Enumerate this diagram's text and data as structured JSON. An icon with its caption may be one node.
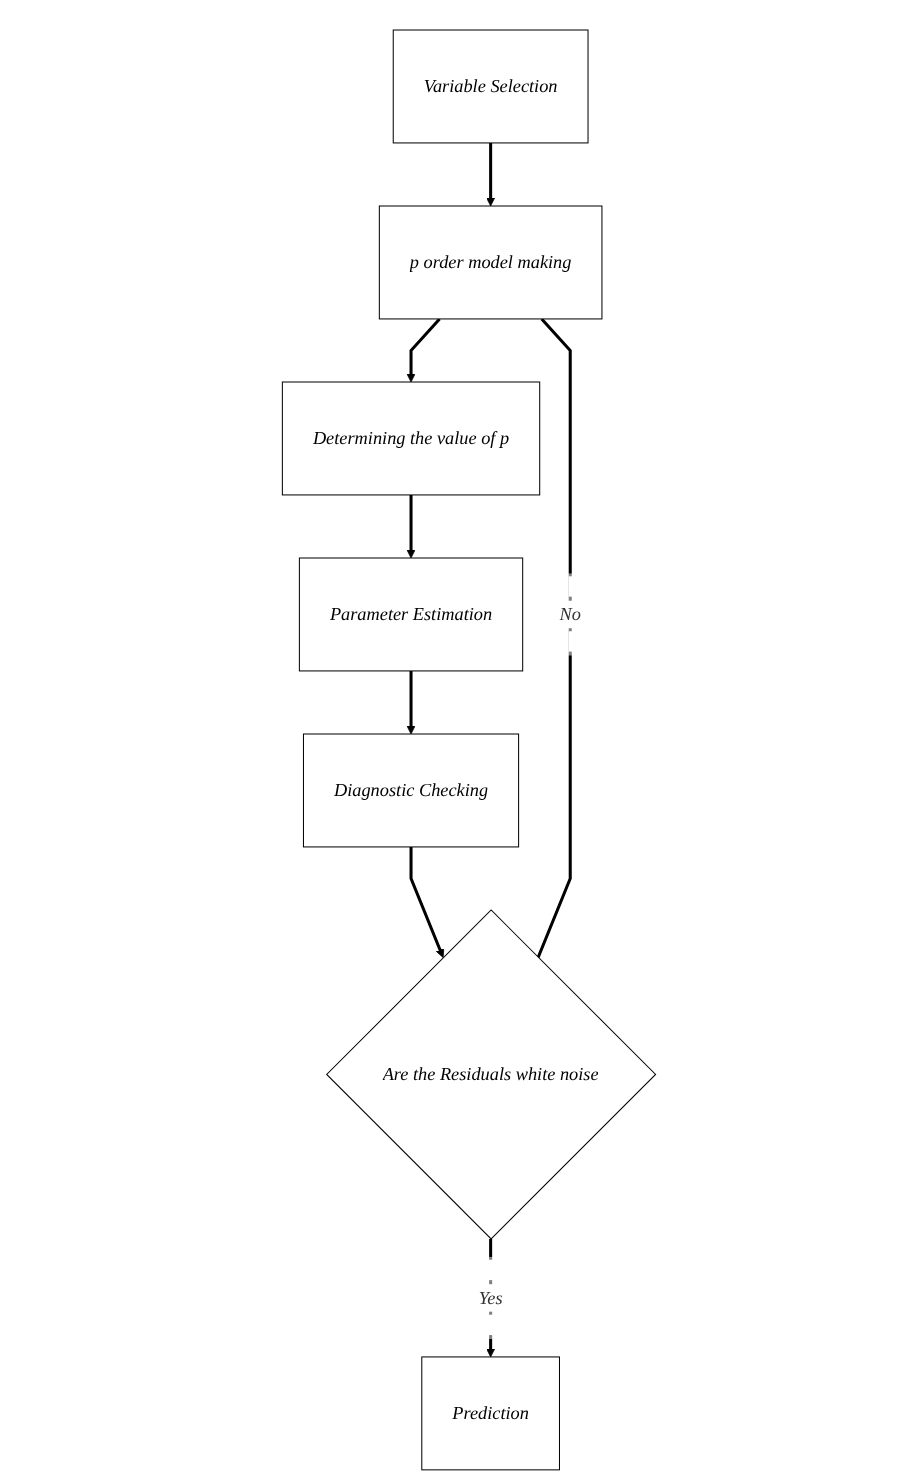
{
  "diagram": {
    "nodes": [
      {
        "text": [
          "Variable Selection"
        ]
      },
      {
        "text": [
          "p order model making"
        ]
      },
      {
        "text": [
          "Determining the value of p"
        ]
      },
      {
        "text": [
          "Parameter Estimation"
        ]
      },
      {
        "text": [
          "Diagnostic Checking"
        ]
      },
      {
        "text": [
          "Are the Residuals white noise"
        ]
      },
      {
        "text": [
          "Prediction"
        ]
      }
    ],
    "edges": [
      {
        "from": 0,
        "to": 1,
        "arrow": "to"
      },
      {
        "from": 1,
        "to": 2,
        "arrow": "to"
      },
      {
        "from": 2,
        "to": 3,
        "arrow": "to"
      },
      {
        "from": 3,
        "to": 4,
        "arrow": "to"
      },
      {
        "from": 4,
        "to": 5,
        "arrow": "to"
      },
      {
        "from": 5,
        "to": 6,
        "arrow": "to",
        "label": "Yes"
      },
      {
        "from": 5,
        "to": 1,
        "arrow": "none",
        "label": "No"
      }
    ]
  }
}
